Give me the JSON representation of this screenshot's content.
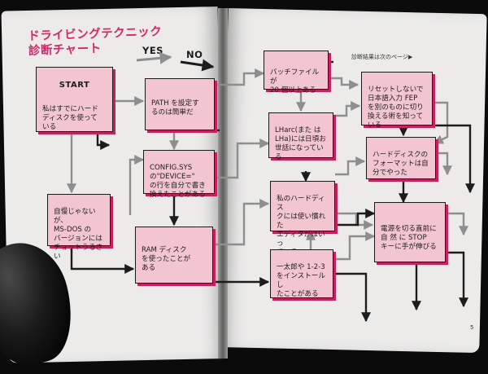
{
  "title": {
    "line1": "ドライビングテクニック",
    "line2": "診断チャート"
  },
  "legend": {
    "yes": "YES",
    "no": "NO"
  },
  "note": "診断結果は次のページ▶",
  "page_number": "5",
  "nodes": {
    "start": {
      "heading": "START",
      "text": "私はすでにハード\nディスクを使って\nいる"
    },
    "path": {
      "text": "PATH を設定す\nるのは簡単だ"
    },
    "config": {
      "text": "CONFIG.SYS\nの\"DEVICE=\"\nの行を自分で書き\n換えたことがある"
    },
    "msdos": {
      "text": "自慢じゃないが、\nMS-DOS の\nバージョンには\nチョットうるさい"
    },
    "ramdisk": {
      "text": "RAM ディスク\nを使ったことが\nある"
    },
    "batch": {
      "text": "バッチファイルが\n20 個以上ある"
    },
    "lharc": {
      "text": "LHarc(また は\nLHa)には日頃お\n世話になっている"
    },
    "editor": {
      "text": "私のハードディス\nクには使い慣れた\nエディタがはいっ\nている"
    },
    "install": {
      "text": "一太郎や 1-2-3\nをインストールし\nたことがある"
    },
    "fep": {
      "text": "リセットしないで\n日本語入力 FEP\nを別のものに切り\n換える術を知って\nいる"
    },
    "format": {
      "text": "ハードディスクの\nフォーマットは自\n分でやった"
    },
    "power": {
      "text": "電源を切る直前に\n自 然 に STOP\nキーに手が伸びる"
    }
  }
}
